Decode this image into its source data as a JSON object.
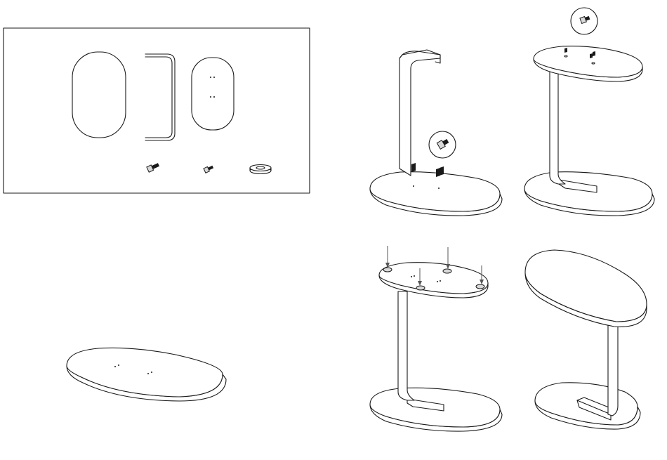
{
  "diagram": {
    "kind": "assembly-instructions",
    "panels": [
      {
        "name": "parts-overview",
        "parts": [
          "tabletop",
          "u-frame",
          "base-plate",
          "bolt",
          "screw",
          "foot-pad"
        ]
      },
      {
        "name": "step-1-base-plate"
      },
      {
        "name": "step-2-attach-frame-to-base"
      },
      {
        "name": "step-3-attach-top-plate"
      },
      {
        "name": "step-4-attach-foot-pads"
      },
      {
        "name": "step-5-finished-table"
      }
    ],
    "colors": {
      "line": "#1a1a1a",
      "arrow": "#555555",
      "fill": "#ffffff"
    }
  }
}
